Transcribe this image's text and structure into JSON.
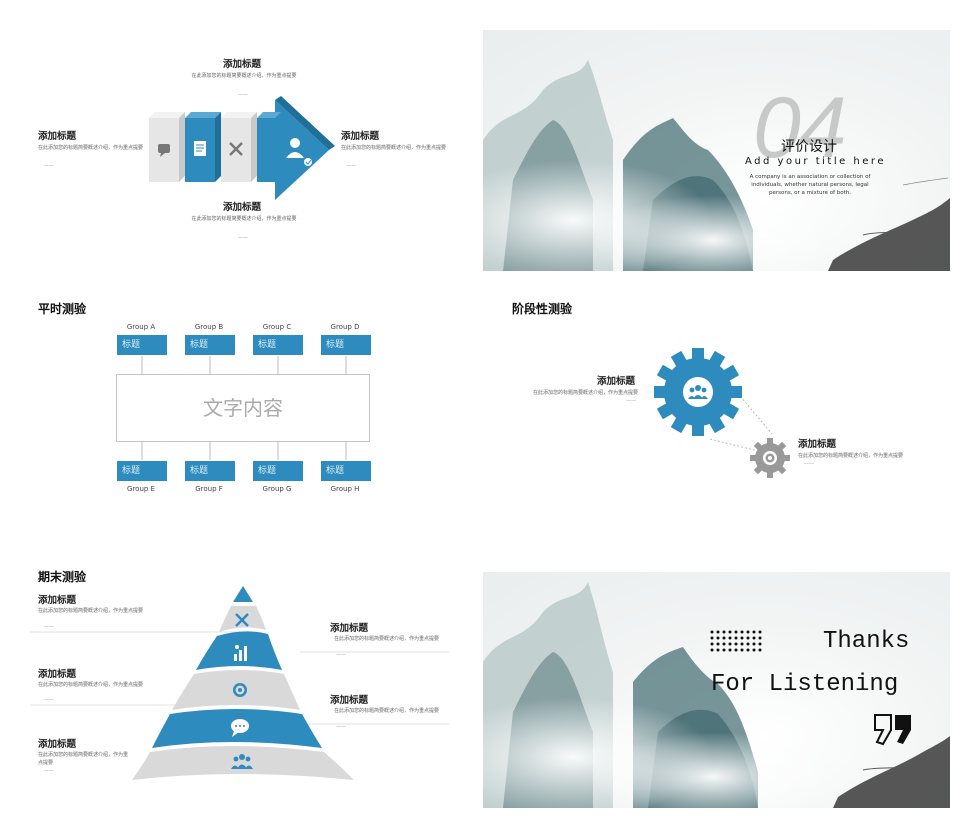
{
  "colors": {
    "accent": "#2e8bbd",
    "light_gray": "#d9d9d9",
    "text_dark": "#222222"
  },
  "slide1": {
    "top_title": "添加标题",
    "top_desc": "在此添加您的标题简要概述介绍，作为重点提要",
    "left_title": "添加标题",
    "left_desc": "在此添加您的标题简要概述介绍，作为重点提要",
    "right_title": "添加标题",
    "right_desc": "在此添加您的标题简要概述介绍，作为重点提要",
    "bottom_title": "添加标题",
    "bottom_desc": "在此添加您的标题简要概述介绍，作为重点提要",
    "dash": "——",
    "icons": [
      "chat-icon",
      "document-icon",
      "tools-icon",
      "user-check-icon"
    ]
  },
  "slide2": {
    "big_number": "04",
    "title": "评价设计",
    "subtitle": "Add your title here",
    "body": "A company is an association or collection of individuals, whether natural persons, legal persons, or a mixture of both."
  },
  "slide3": {
    "section_title": "平时测验",
    "center_text": "文字内容",
    "top_groups": [
      {
        "group": "Group A",
        "label": "标题"
      },
      {
        "group": "Group B",
        "label": "标题"
      },
      {
        "group": "Group C",
        "label": "标题"
      },
      {
        "group": "Group D",
        "label": "标题"
      }
    ],
    "bottom_groups": [
      {
        "group": "Group E",
        "label": "标题"
      },
      {
        "group": "Group F",
        "label": "标题"
      },
      {
        "group": "Group G",
        "label": "标题"
      },
      {
        "group": "Group H",
        "label": "标题"
      }
    ]
  },
  "slide4": {
    "section_title": "阶段性测验",
    "item1_title": "添加标题",
    "item1_desc": "在此添加您的标题简要概述介绍，作为重点提要",
    "item2_title": "添加标题",
    "item2_desc": "在此添加您的标题简要概述介绍，作为重点提要",
    "dash": "——",
    "icons": [
      "team-icon",
      "target-icon"
    ]
  },
  "slide5": {
    "section_title": "期末测验",
    "left_items": [
      {
        "title": "添加标题",
        "desc": "在此添加您的标题简要概述介绍，作为重点提要"
      },
      {
        "title": "添加标题",
        "desc": "在此添加您的标题简要概述介绍，作为重点提要"
      },
      {
        "title": "添加标题",
        "desc": "在此添加您的标题简要概述介绍，作为重点提要"
      }
    ],
    "right_items": [
      {
        "title": "添加标题",
        "desc": "在此添加您的标题简要概述介绍，作为重点提要"
      },
      {
        "title": "添加标题",
        "desc": "在此添加您的标题简要概述介绍，作为重点提要"
      }
    ],
    "dash": "——",
    "icons": [
      "tools-icon",
      "chart-icon",
      "target-icon",
      "chat-icon",
      "team-icon"
    ]
  },
  "slide6": {
    "line1": "Thanks",
    "line2": "For Listening"
  }
}
